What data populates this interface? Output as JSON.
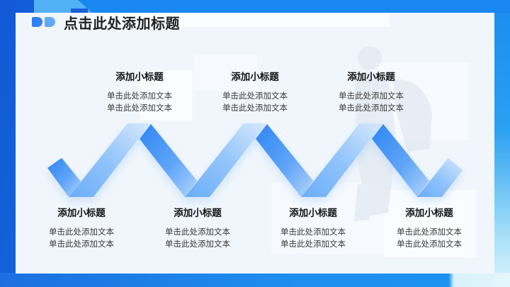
{
  "header": {
    "title": "点击此处添加标题",
    "logo_icon": "double-d-logo-icon",
    "logo_colors": [
      "#2f80f2",
      "#62aaf8"
    ]
  },
  "colors": {
    "frame_blue": "#1670e2",
    "card_bg": "#f1f6fc",
    "ribbon_dark": "#2f86f5",
    "ribbon_light": "#d3e7fd"
  },
  "items_top": [
    {
      "title": "添加小标题",
      "lines": [
        "单击此处添加文本",
        "单击此处添加文本"
      ]
    },
    {
      "title": "添加小标题",
      "lines": [
        "单击此处添加文本",
        "单击此处添加文本"
      ]
    },
    {
      "title": "添加小标题",
      "lines": [
        "单击此处添加文本",
        "单击此处添加文本"
      ]
    }
  ],
  "items_bottom": [
    {
      "title": "添加小标题",
      "lines": [
        "单击此处添加文本",
        "单击此处添加文本"
      ]
    },
    {
      "title": "添加小标题",
      "lines": [
        "单击此处添加文本",
        "单击此处添加文本"
      ]
    },
    {
      "title": "添加小标题",
      "lines": [
        "单击此处添加文本",
        "单击此处添加文本"
      ]
    },
    {
      "title": "添加小标题",
      "lines": [
        "单击此处添加文本",
        "单击此处添加文本"
      ]
    }
  ],
  "decor": {
    "ribbon": "zigzag-ribbon-graphic",
    "figure": "person-with-backpack-silhouette"
  }
}
